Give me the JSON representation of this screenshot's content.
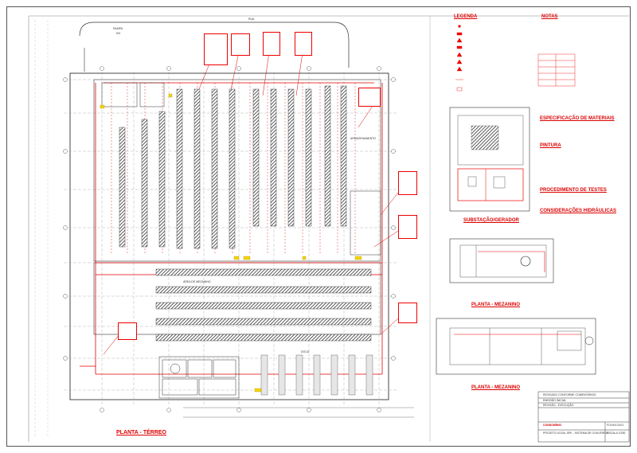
{
  "drawing": {
    "street_label": "RUA",
    "ramp_label": "RAMPA",
    "ramp_pct": "5%"
  },
  "views": {
    "ground_floor": "PLANTA - TÉRREO",
    "substation": "SUBSTAÇÃO/GERADOR",
    "mezzanine_1": "PLANTA - MEZANINO",
    "mezzanine_2": "PLANTA - MEZANINO"
  },
  "areas": {
    "storage": "ARMAZENAMENTO",
    "docking": "DOCA",
    "mezzanine_area": "ÁREA DE MEZANINO"
  },
  "notes": {
    "legend_title": "LEGENDA",
    "notes_title": "NOTAS",
    "materials_title": "ESPECIFICAÇÃO DE MATERIAIS",
    "paint_title": "PINTURA",
    "tests_title": "PROCEDIMENTO DE TESTES",
    "hydraulic_title": "CONSIDERAÇÕES HIDRÁULICAS"
  },
  "title_block": {
    "revisions": [
      "REVISADO CONFORME COMENTÁRIOS",
      "EMISSÃO INICIAL",
      "REVISÃO - EXECUÇÃO"
    ],
    "company": "CONDOMÍNIO",
    "project_line": "PROJETO LEGAL SPK - SISTEMA DE CHUVEIROS",
    "sheet": "FOLHA 01/01",
    "scale": "ESCALA 1/250"
  },
  "colors": {
    "primary_line": "#e00000",
    "dark_line": "#333333",
    "hatch": "#444444"
  }
}
